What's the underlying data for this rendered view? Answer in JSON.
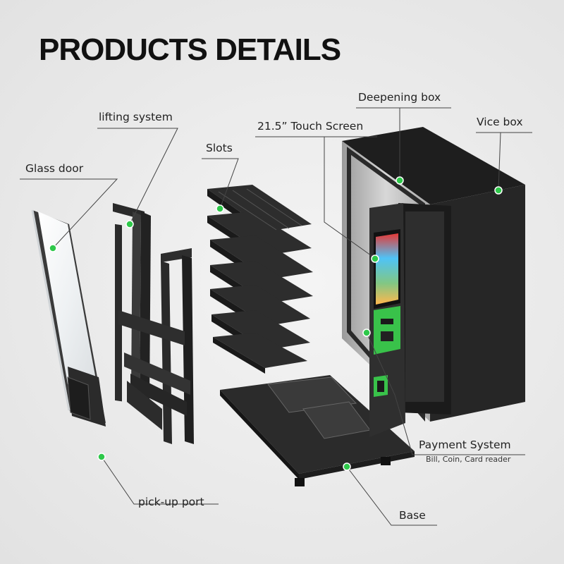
{
  "title": "PRODUCTS DETAILS",
  "labels": {
    "glass_door": "Glass door",
    "lifting_system": "lifting system",
    "slots": "Slots",
    "touch_screen": "21.5” Touch Screen",
    "deepening_box": "Deepening box",
    "vice_box": "Vice box",
    "payment_system": "Payment System",
    "payment_detail": "Bill, Coin,  Card reader",
    "pick_up_port": "pick-up port",
    "base": "Base"
  },
  "colors": {
    "marker": "#2ec84a",
    "metal": "#2a2a2a",
    "panel": "#3a3a3a",
    "screen_green": "#39c24a"
  }
}
